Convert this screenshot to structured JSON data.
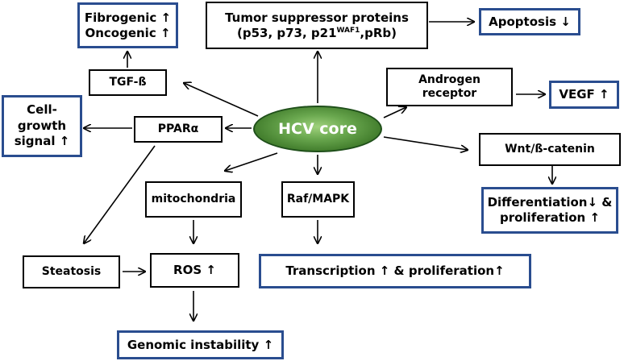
{
  "center": "HCV core",
  "boxes": {
    "tumor_suppressor_title": "Tumor suppressor proteins",
    "tumor_suppressor_sub_pre": "(p53, p73, p21",
    "tumor_suppressor_sup": "WAF1",
    "tumor_suppressor_sub_post": ",pRb)",
    "apoptosis": "Apoptosis",
    "fibrogenic": "Fibrogenic",
    "oncogenic": "Oncogenic",
    "tgf": "TGF-ß",
    "androgen_line1": "Androgen",
    "androgen_line2": "receptor",
    "vegf": "VEGF",
    "cell_growth_line1": "Cell-",
    "cell_growth_line2": "growth",
    "cell_growth_line3": "signal",
    "ppar": "PPARα",
    "wnt": "Wnt/ß-catenin",
    "differentiation": "Differentiation",
    "differentiation_amp": " &",
    "proliferation": "proliferation",
    "mitochondria": "mitochondria",
    "raf": "Raf/MAPK",
    "steatosis": "Steatosis",
    "ros": "ROS",
    "transcription": "Transcription",
    "transcription_mid": " & proliferation",
    "genomic": "Genomic instability"
  },
  "symbols": {
    "up": "↑",
    "down": "↓"
  },
  "colors": {
    "center_fill": "#6aa84f",
    "outcome_border": "#2a4d8f",
    "box_border": "#000000"
  }
}
